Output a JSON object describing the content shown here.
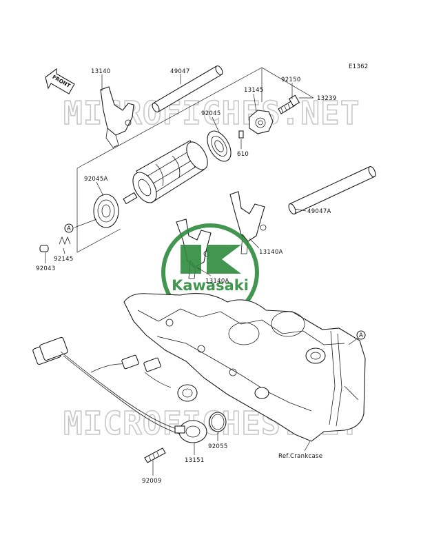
{
  "diagram": {
    "code": "E1362",
    "front_label": "FRONT",
    "logo_text": "Kawasaki",
    "watermark": "MICROFICHES.NET",
    "labels": {
      "p13140": "13140",
      "p49047": "49047",
      "p13145": "13145",
      "p92150": "92150",
      "p13239": "13239",
      "p92045": "92045",
      "p610": "610",
      "p92045a": "92045A",
      "pA1": "A",
      "p49047a": "49047A",
      "p92145": "92145",
      "p92043": "92043",
      "p13140a1": "13140A",
      "p13140a2": "13140A",
      "pA2": "A",
      "p92055": "92055",
      "p13151": "13151",
      "p92009": "92009",
      "refcase": "Ref.Crankcase"
    }
  }
}
